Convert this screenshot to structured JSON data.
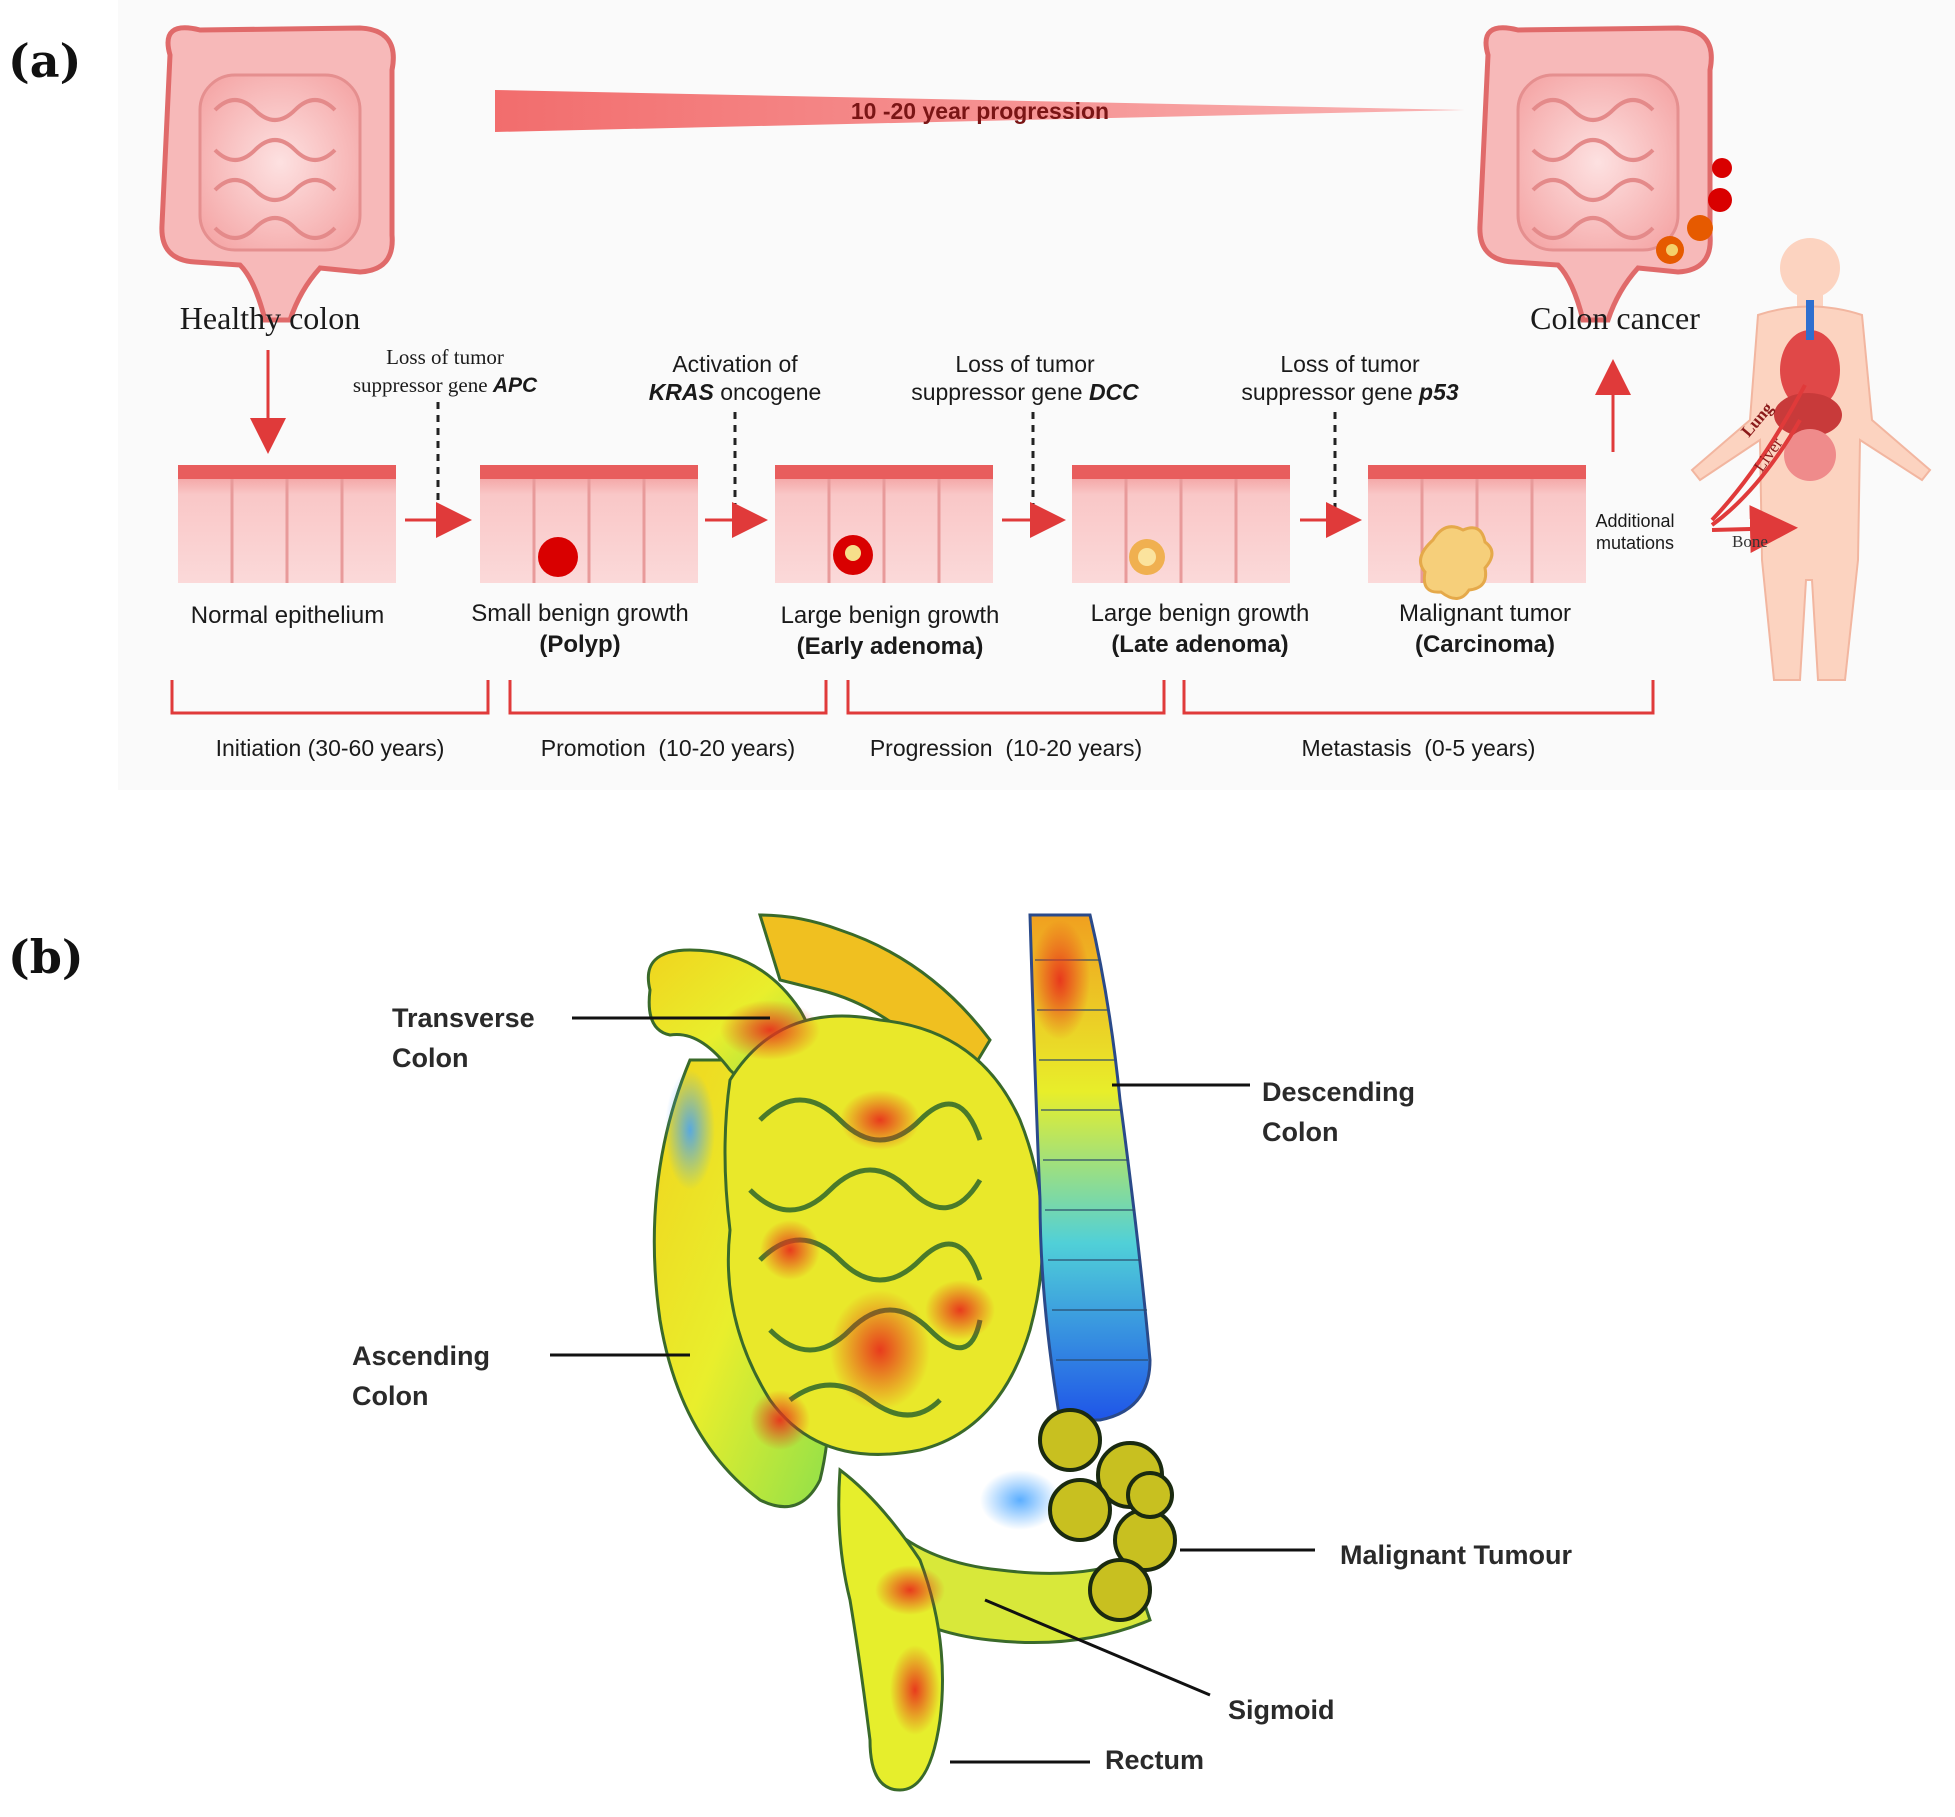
{
  "panel_a": {
    "letter": "(a)",
    "banner": "10 -20 year progression",
    "healthy_colon": "Healthy colon",
    "colon_cancer": "Colon cancer",
    "mutations": [
      {
        "line1": "Loss of tumor",
        "line2_pre": "suppressor gene ",
        "line2_em": "APC"
      },
      {
        "line1": "Activation of",
        "line2_pre": " oncogene",
        "line2_em": "KRAS"
      },
      {
        "line1": "Loss of tumor",
        "line2_pre": "suppressor gene ",
        "line2_em": "DCC"
      },
      {
        "line1": "Loss of tumor",
        "line2_pre": "suppressor gene ",
        "line2_em": "p53"
      }
    ],
    "stages": [
      {
        "name": "Normal epithelium",
        "sub": ""
      },
      {
        "name": "Small benign growth",
        "sub": "(Polyp)"
      },
      {
        "name": "Large benign growth",
        "sub": "(Early adenoma)"
      },
      {
        "name": "Large benign growth",
        "sub": "(Late adenoma)"
      },
      {
        "name": "Malignant tumor",
        "sub": "(Carcinoma)"
      }
    ],
    "additional_mutations": [
      "Additional",
      "mutations"
    ],
    "organs": {
      "lung": "Lung",
      "liver": "Liver",
      "bone": "Bone"
    },
    "phases": [
      "Initiation (30-60 years)",
      "Promotion  (10-20 years)",
      "Progression  (10-20 years)",
      "Metastasis  (0-5 years)"
    ],
    "colors": {
      "accent_red": "#e03a3a",
      "tissue_pink": "#f4a3a3",
      "tumor_red": "#d90000",
      "banner": "#f37f7f"
    }
  },
  "panel_b": {
    "letter": "(b)",
    "labels": {
      "transverse": [
        "Transverse",
        "Colon"
      ],
      "descending": [
        "Descending",
        "Colon"
      ],
      "ascending": [
        "Ascending",
        "Colon"
      ],
      "malignant": "Malignant Tumour",
      "sigmoid": "Sigmoid",
      "rectum": "Rectum"
    },
    "colors": {
      "heat_low": "#2f6fff",
      "heat_mid": "#e8ee2a",
      "heat_high": "#e8321c",
      "tumour": "#c8c020"
    }
  }
}
